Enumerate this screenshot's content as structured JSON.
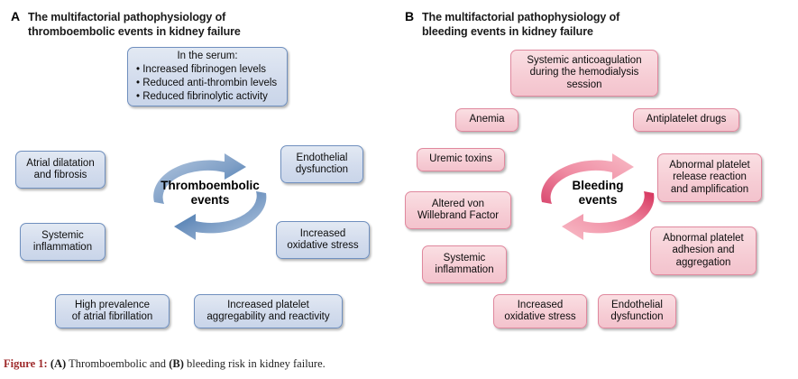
{
  "figure": {
    "caption_number": "Figure 1:",
    "caption_a_tag": "(A)",
    "caption_text_1": " Thromboembolic and ",
    "caption_b_tag": "(B)",
    "caption_text_2": " bleeding risk in kidney failure.",
    "accent_color": "#9e2a2b"
  },
  "panel_a": {
    "letter": "A",
    "title_line1": "The multifactorial pathophysiology of",
    "title_line2": "thromboembolic events in kidney failure",
    "theme_fill": "#d3dced",
    "theme_border": "#6f8fbe",
    "cycle": {
      "label_line1": "Thromboembolic",
      "label_line2": "events",
      "color_light": "#a9c1e0",
      "color_dark": "#1f5fa0"
    },
    "serum_box": {
      "heading": "In the serum:",
      "bullets": [
        "Increased fibrinogen levels",
        "Reduced anti-thrombin levels",
        "Reduced fibrinolytic activity"
      ]
    },
    "nodes": [
      {
        "id": "atrial-dilatation-and-fibrosis",
        "lines": [
          "Atrial dilatation",
          "and fibrosis"
        ]
      },
      {
        "id": "systemic-inflammation",
        "lines": [
          "Systemic",
          "inflammation"
        ]
      },
      {
        "id": "endothelial-dysfunction",
        "lines": [
          "Endothelial",
          "dysfunction"
        ]
      },
      {
        "id": "increased-oxidative-stress",
        "lines": [
          "Increased",
          "oxidative stress"
        ]
      },
      {
        "id": "high-prevalence-of-atrial-fibrillation",
        "lines": [
          "High prevalence",
          "of atrial fibrillation"
        ]
      },
      {
        "id": "increased-platelet-aggregability-and-reactivity",
        "lines": [
          "Increased platelet",
          "aggregability and reactivity"
        ]
      }
    ]
  },
  "panel_b": {
    "letter": "B",
    "title_line1": "The multifactorial pathophysiology of",
    "title_line2": "bleeding events in kidney failure",
    "theme_fill": "#f6ccd4",
    "theme_border": "#e0889e",
    "cycle": {
      "label_line1": "Bleeding",
      "label_line2": "events",
      "color_light": "#f6b8c2",
      "color_dark": "#d5325c"
    },
    "nodes": [
      {
        "id": "systemic-anticoagulation-during-hemodialysis",
        "lines": [
          "Systemic anticoagulation",
          "during the hemodialysis",
          "session"
        ]
      },
      {
        "id": "anemia",
        "lines": [
          "Anemia"
        ]
      },
      {
        "id": "antiplatelet-drugs",
        "lines": [
          "Antiplatelet drugs"
        ]
      },
      {
        "id": "uremic-toxins",
        "lines": [
          "Uremic toxins"
        ]
      },
      {
        "id": "altered-von-willebrand-factor",
        "lines": [
          "Altered von",
          "Willebrand Factor"
        ]
      },
      {
        "id": "systemic-inflammation",
        "lines": [
          "Systemic",
          "inflammation"
        ]
      },
      {
        "id": "abnormal-platelet-release-reaction",
        "lines": [
          "Abnormal platelet",
          "release reaction",
          "and amplification"
        ]
      },
      {
        "id": "abnormal-platelet-adhesion-and-aggregation",
        "lines": [
          "Abnormal platelet",
          "adhesion and",
          "aggregation"
        ]
      },
      {
        "id": "increased-oxidative-stress",
        "lines": [
          "Increased",
          "oxidative stress"
        ]
      },
      {
        "id": "endothelial-dysfunction",
        "lines": [
          "Endothelial",
          "dysfunction"
        ]
      }
    ]
  }
}
